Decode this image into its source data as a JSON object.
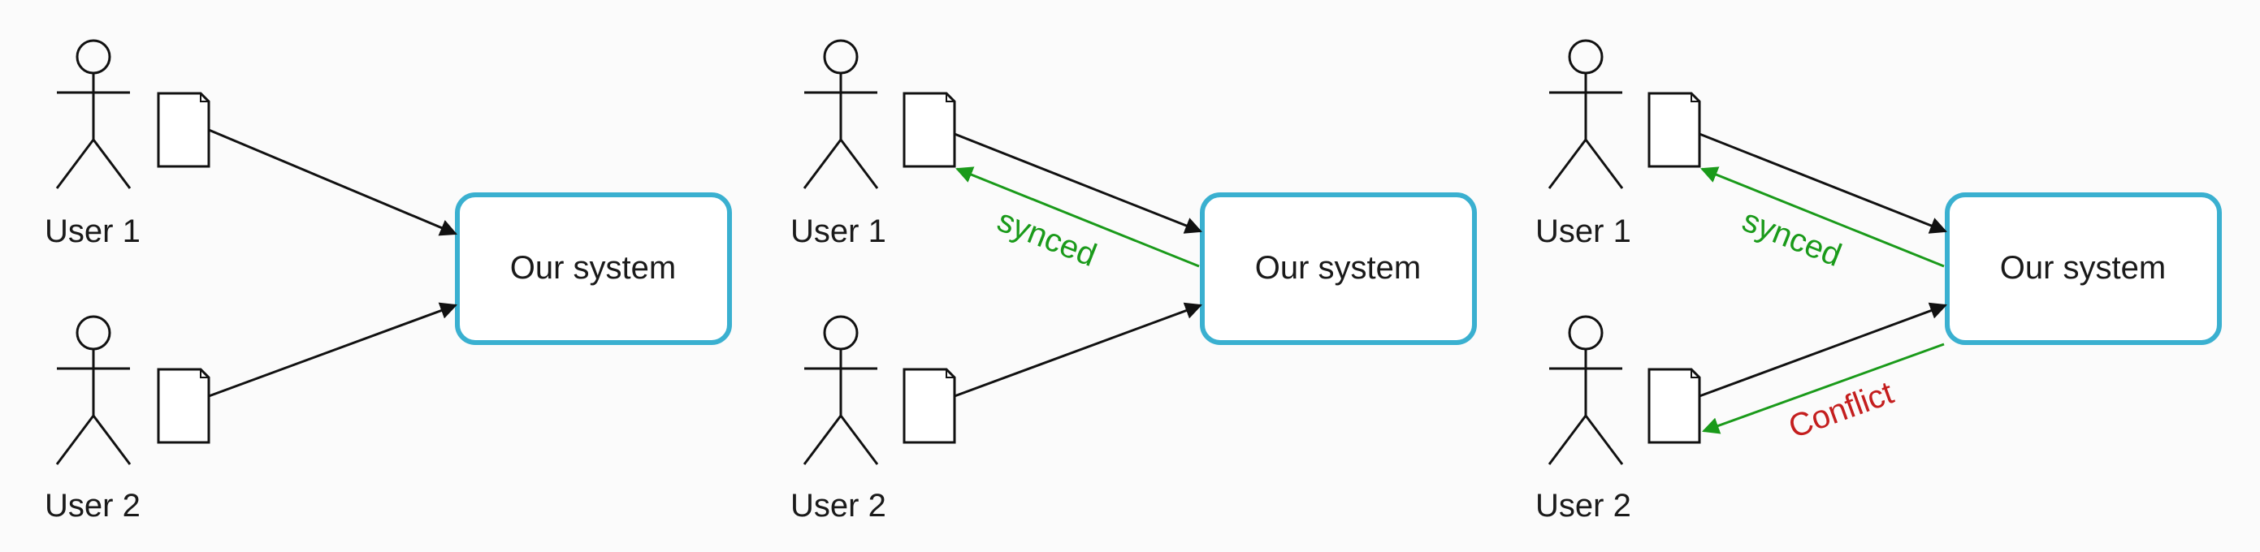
{
  "panels": [
    {
      "user1": "User 1",
      "user2": "User 2",
      "system": "Our system"
    },
    {
      "user1": "User 1",
      "user2": "User 2",
      "system": "Our system",
      "synced": "synced"
    },
    {
      "user1": "User 1",
      "user2": "User 2",
      "system": "Our system",
      "synced": "synced",
      "conflict": "Conflict"
    }
  ],
  "colors": {
    "system_border": "#3ab0d0",
    "synced": "#1a9a1a",
    "conflict": "#c41e1e",
    "line": "#111111"
  }
}
